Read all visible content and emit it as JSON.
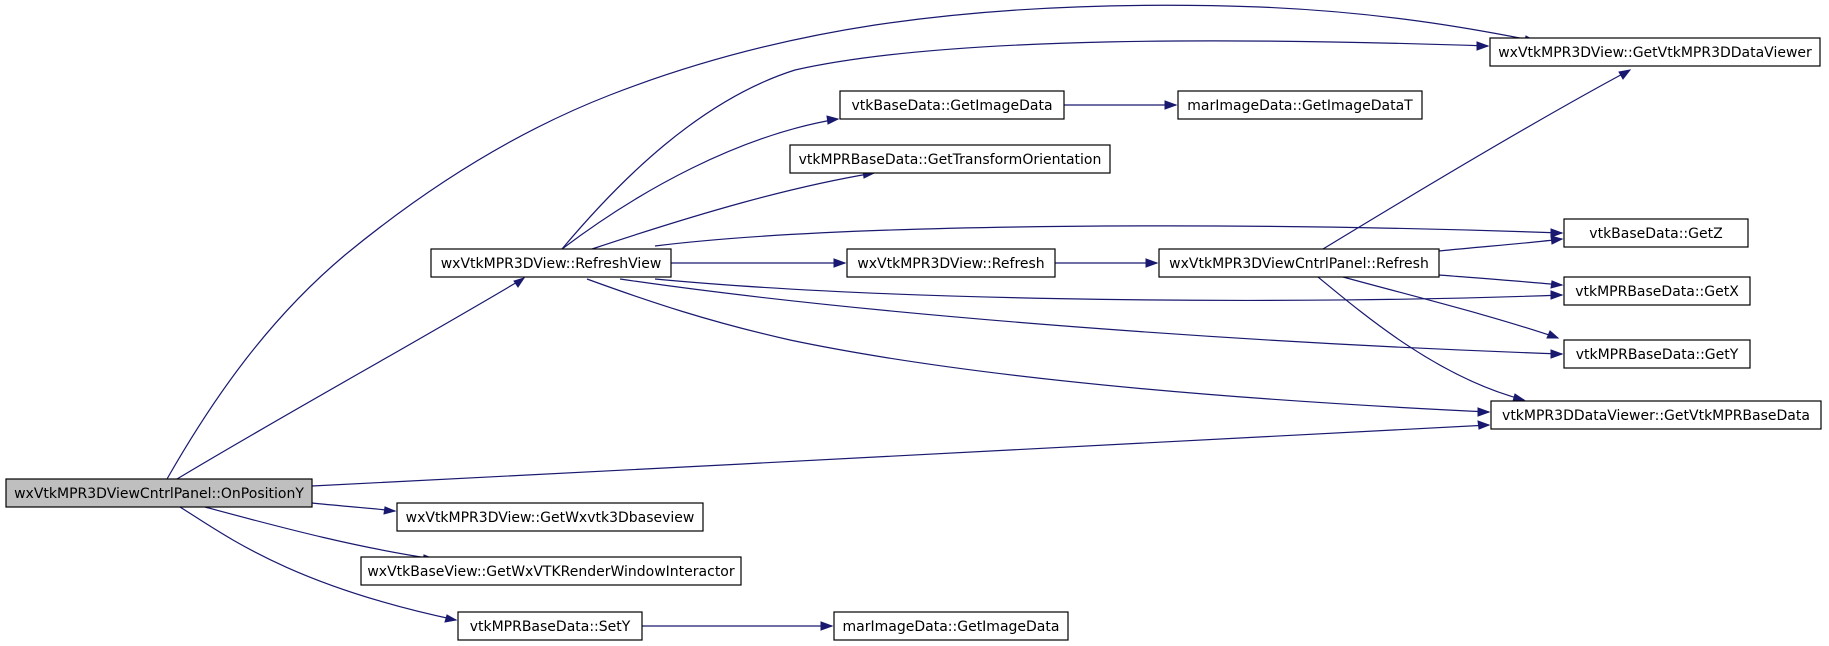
{
  "graph": {
    "root": "wxVtkMPR3DViewCntrlPanel::OnPositionY",
    "nodes": [
      {
        "id": "n_root",
        "label": "wxVtkMPR3DViewCntrlPanel::OnPositionY",
        "highlighted": true
      },
      {
        "id": "n_refreshview",
        "label": "wxVtkMPR3DView::RefreshView"
      },
      {
        "id": "n_getwxvtk3d",
        "label": "wxVtkMPR3DView::GetWxvtk3Dbaseview"
      },
      {
        "id": "n_getrwi",
        "label": "wxVtkBaseView::GetWxVTKRenderWindowInteractor"
      },
      {
        "id": "n_sety",
        "label": "vtkMPRBaseData::SetY"
      },
      {
        "id": "n_marimgdata",
        "label": "marImageData::GetImageData"
      },
      {
        "id": "n_vtkbasegetimg",
        "label": "vtkBaseData::GetImageData"
      },
      {
        "id": "n_marimgdatat",
        "label": "marImageData::GetImageDataT"
      },
      {
        "id": "n_transform",
        "label": "vtkMPRBaseData::GetTransformOrientation"
      },
      {
        "id": "n_refresh",
        "label": "wxVtkMPR3DView::Refresh"
      },
      {
        "id": "n_panelrefresh",
        "label": "wxVtkMPR3DViewCntrlPanel::Refresh"
      },
      {
        "id": "n_getviewer",
        "label": "wxVtkMPR3DView::GetVtkMPR3DDataViewer"
      },
      {
        "id": "n_getz",
        "label": "vtkBaseData::GetZ"
      },
      {
        "id": "n_getx",
        "label": "vtkMPRBaseData::GetX"
      },
      {
        "id": "n_gety",
        "label": "vtkMPRBaseData::GetY"
      },
      {
        "id": "n_getmprbase",
        "label": "vtkMPR3DDataViewer::GetVtkMPRBaseData"
      }
    ],
    "edges": [
      {
        "from": "n_root",
        "to": "n_getviewer"
      },
      {
        "from": "n_root",
        "to": "n_refreshview"
      },
      {
        "from": "n_root",
        "to": "n_getmprbase"
      },
      {
        "from": "n_root",
        "to": "n_getwxvtk3d"
      },
      {
        "from": "n_root",
        "to": "n_getrwi"
      },
      {
        "from": "n_root",
        "to": "n_sety"
      },
      {
        "from": "n_sety",
        "to": "n_marimgdata"
      },
      {
        "from": "n_refreshview",
        "to": "n_getviewer"
      },
      {
        "from": "n_refreshview",
        "to": "n_vtkbasegetimg"
      },
      {
        "from": "n_refreshview",
        "to": "n_transform"
      },
      {
        "from": "n_refreshview",
        "to": "n_getz"
      },
      {
        "from": "n_refreshview",
        "to": "n_refresh"
      },
      {
        "from": "n_refreshview",
        "to": "n_getx"
      },
      {
        "from": "n_refreshview",
        "to": "n_gety"
      },
      {
        "from": "n_refreshview",
        "to": "n_getmprbase"
      },
      {
        "from": "n_vtkbasegetimg",
        "to": "n_marimgdatat"
      },
      {
        "from": "n_refresh",
        "to": "n_panelrefresh"
      },
      {
        "from": "n_panelrefresh",
        "to": "n_getviewer"
      },
      {
        "from": "n_panelrefresh",
        "to": "n_getz"
      },
      {
        "from": "n_panelrefresh",
        "to": "n_getx"
      },
      {
        "from": "n_panelrefresh",
        "to": "n_gety"
      },
      {
        "from": "n_panelrefresh",
        "to": "n_getmprbase"
      }
    ],
    "colors": {
      "edge": "#191970",
      "node_fill": "#ffffff",
      "root_fill": "#bfbfbf",
      "border": "#000000"
    }
  }
}
